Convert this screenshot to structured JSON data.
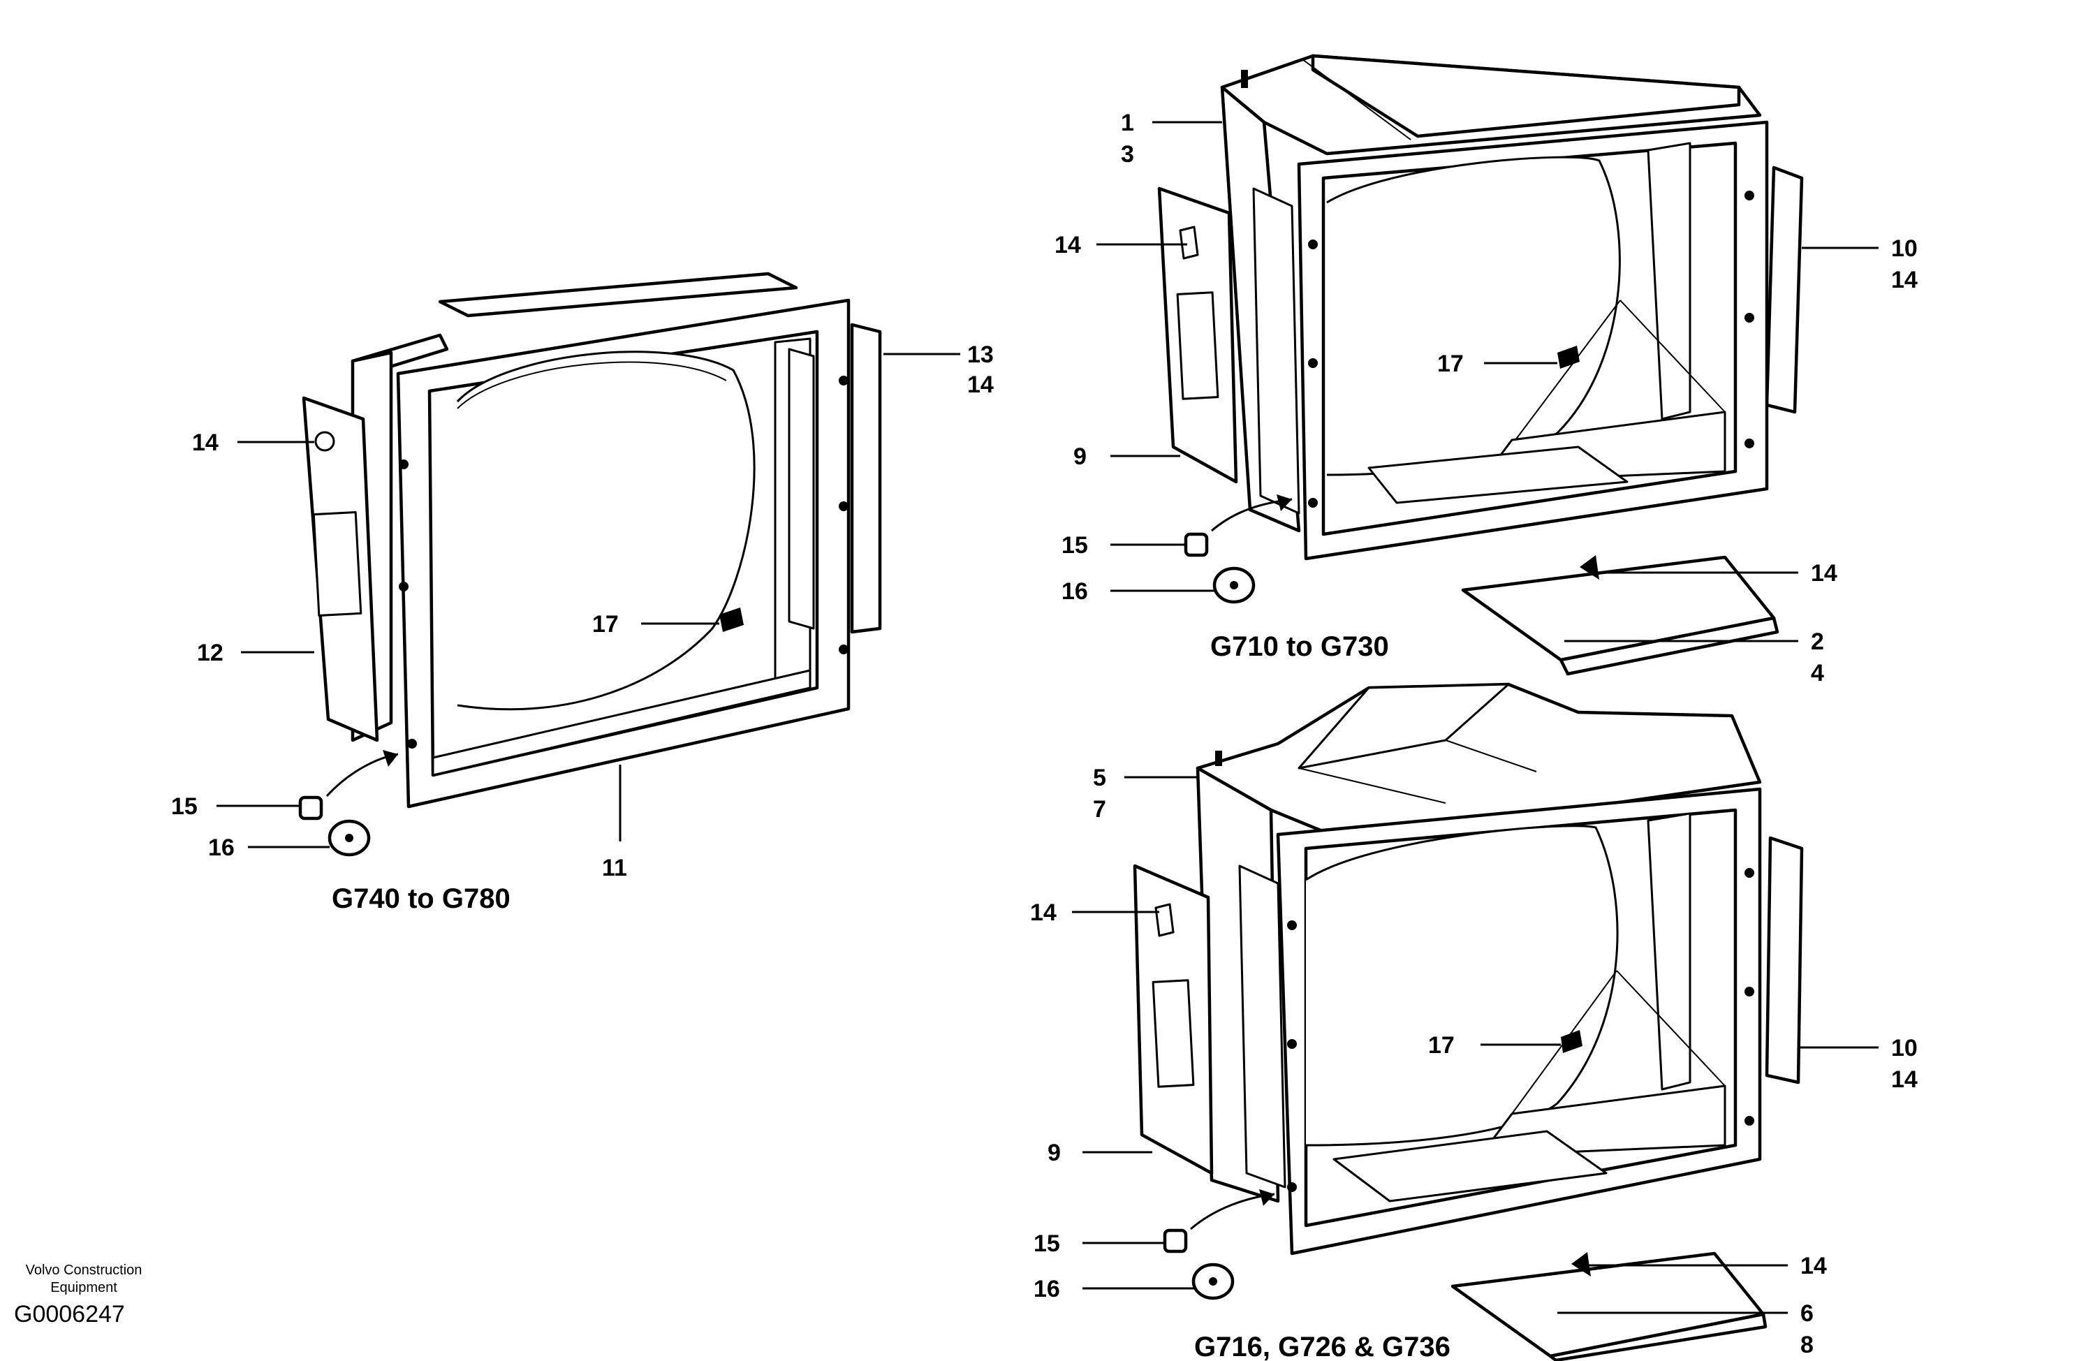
{
  "footer": {
    "brand_line1": "Volvo Construction",
    "brand_line2": "Equipment",
    "drawing_code": "G0006247"
  },
  "views": [
    {
      "caption": "G740 to G780",
      "callouts": [
        "13",
        "14",
        "14",
        "17",
        "12",
        "15",
        "16",
        "11"
      ]
    },
    {
      "caption": "G710 to G730",
      "callouts": [
        "1",
        "3",
        "14",
        "10",
        "14",
        "17",
        "9",
        "15",
        "16",
        "14",
        "2",
        "4"
      ]
    },
    {
      "caption": "G716, G726 & G736",
      "callouts": [
        "5",
        "7",
        "14",
        "17",
        "10",
        "14",
        "9",
        "15",
        "16",
        "14",
        "6",
        "8"
      ]
    }
  ]
}
